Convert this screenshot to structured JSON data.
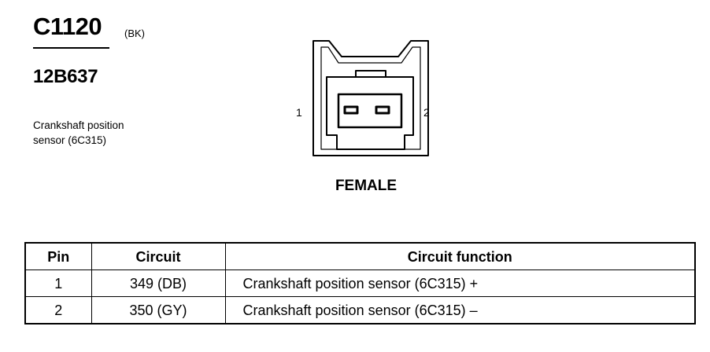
{
  "header": {
    "connector_id": "C1120",
    "color_code": "(BK)",
    "part_number": "12B637",
    "description_lines": [
      "Crankshaft position",
      "sensor (6C315)"
    ]
  },
  "diagram": {
    "pin_left": "1",
    "pin_right": "2",
    "gender": "FEMALE"
  },
  "table": {
    "headers": {
      "pin": "Pin",
      "circuit": "Circuit",
      "function": "Circuit function"
    },
    "rows": [
      {
        "pin": "1",
        "circuit": "349 (DB)",
        "function": "Crankshaft position sensor (6C315) +"
      },
      {
        "pin": "2",
        "circuit": "350 (GY)",
        "function": "Crankshaft position sensor (6C315) –"
      }
    ]
  }
}
